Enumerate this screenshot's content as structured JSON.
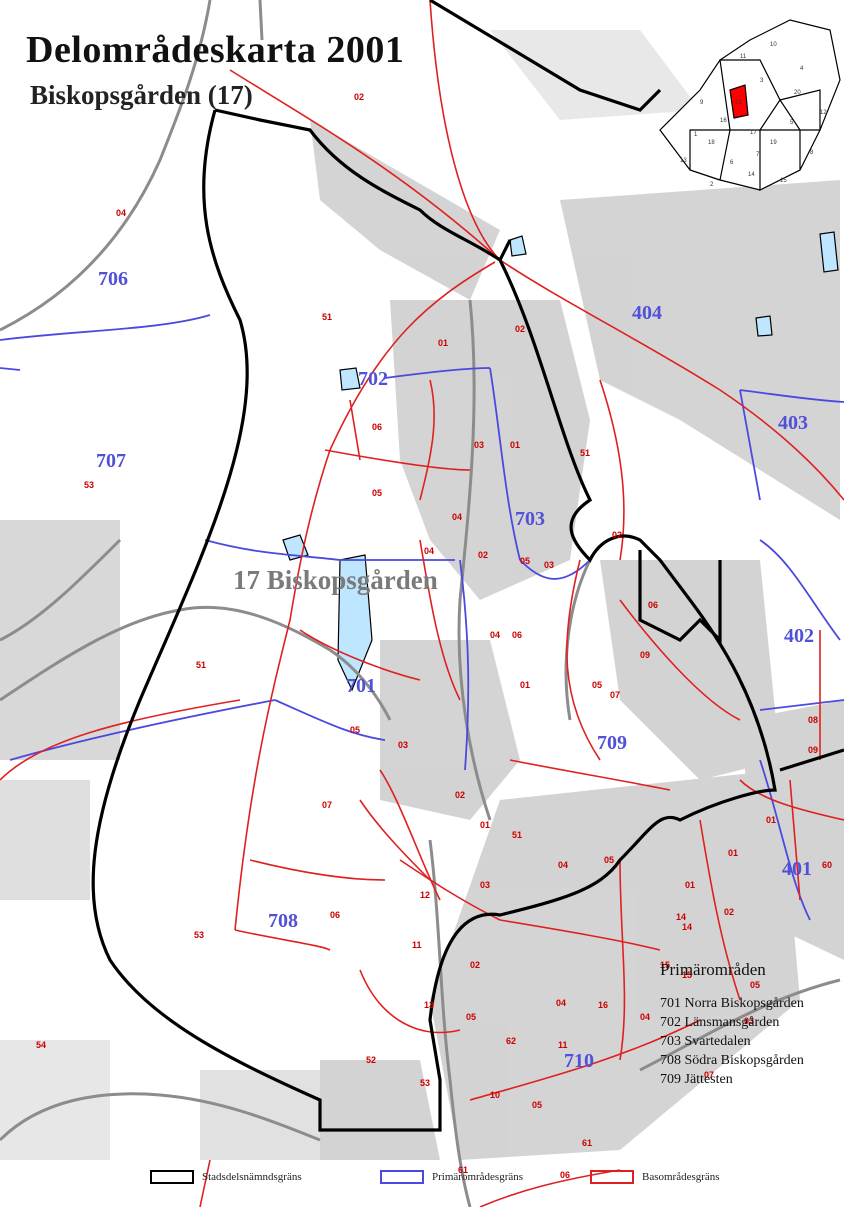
{
  "title": "Delområdeskarta 2001",
  "subtitle": "Biskopsgården (17)",
  "district_label": "17 Biskopsgården",
  "colors": {
    "stadsdel": "#000000",
    "primar": "#4a4ae0",
    "bas": "#e02020",
    "roads": "#8c8c8c",
    "water": "#bfe6ff",
    "buildings": "#c9c9c9",
    "area_labels": "#5050d8",
    "sub_labels": "#cc0000",
    "locator_highlight": "#ff0000"
  },
  "primary_labels": [
    {
      "id": "706",
      "text": "706"
    },
    {
      "id": "707",
      "text": "707"
    },
    {
      "id": "702",
      "text": "702"
    },
    {
      "id": "701",
      "text": "701"
    },
    {
      "id": "703",
      "text": "703"
    },
    {
      "id": "708",
      "text": "708"
    },
    {
      "id": "709",
      "text": "709"
    },
    {
      "id": "710",
      "text": "710"
    },
    {
      "id": "404",
      "text": "404"
    },
    {
      "id": "403",
      "text": "403"
    },
    {
      "id": "402",
      "text": "402"
    },
    {
      "id": "401",
      "text": "401"
    }
  ],
  "sub_labels": [
    "02",
    "04",
    "01",
    "51",
    "02",
    "53",
    "06",
    "05",
    "03",
    "01",
    "04",
    "02",
    "51",
    "04",
    "05",
    "06",
    "03",
    "04",
    "05",
    "06",
    "07",
    "09",
    "51",
    "05",
    "03",
    "02",
    "07",
    "06",
    "01",
    "03",
    "02",
    "05",
    "01",
    "51",
    "53",
    "11",
    "12",
    "13",
    "14",
    "15",
    "16",
    "04",
    "05",
    "54",
    "52",
    "53",
    "10",
    "62",
    "61",
    "11",
    "01",
    "02",
    "04",
    "05",
    "03",
    "07",
    "08",
    "09",
    "01",
    "61",
    "60",
    "14",
    "15",
    "04",
    "05",
    "06",
    "01",
    "02"
  ],
  "legend": {
    "heading": "Primärområden",
    "items": [
      "701 Norra Biskopsgården",
      "702 Länsmansgården",
      "703 Svartedalen",
      "708 Södra Biskopsgården",
      "709 Jättesten"
    ]
  },
  "key": [
    {
      "label": "Stadsdelsnämndsgräns",
      "color": "#000000"
    },
    {
      "label": "Primärområdesgräns",
      "color": "#4a4ae0"
    },
    {
      "label": "Basområdesgräns",
      "color": "#e02020"
    }
  ],
  "locator_labels": [
    "1",
    "2",
    "3",
    "4",
    "5",
    "6",
    "7",
    "8",
    "9",
    "10",
    "11",
    "12",
    "13",
    "14",
    "15",
    "16",
    "17",
    "18",
    "19",
    "20",
    "21"
  ]
}
